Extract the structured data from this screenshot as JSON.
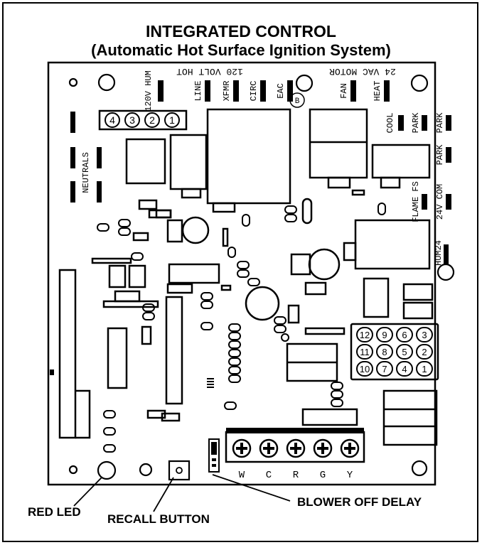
{
  "title": "INTEGRATED CONTROL",
  "subtitle": "(Automatic Hot Surface Ignition System)",
  "board_labels": {
    "volt120_hot": "120 VOLT HOT",
    "vac24_motor": "24 VAC MOTOR",
    "hum120": "120V HUM",
    "line": "LINE",
    "xfmr": "XFMR",
    "circ": "CIRC",
    "eac": "EAC",
    "fan": "FAN",
    "heat": "HEAT",
    "b": "B",
    "cool": "COOL",
    "park1": "PARK",
    "park2": "PARK",
    "park3": "PARK",
    "neutrals": "NEUTRALS",
    "flame_fs": "FLAME FS",
    "com24v": "24V COM",
    "hum24": "HUM24"
  },
  "connector_pins": [
    "4",
    "3",
    "2",
    "1"
  ],
  "plug_pins": [
    "12",
    "9",
    "6",
    "3",
    "11",
    "8",
    "5",
    "2",
    "10",
    "7",
    "4",
    "1"
  ],
  "terminals": [
    "W",
    "C",
    "R",
    "G",
    "Y"
  ],
  "callouts": {
    "red_led": "RED LED",
    "recall_button": "RECALL BUTTON",
    "blower_off_delay": "BLOWER OFF DELAY"
  }
}
